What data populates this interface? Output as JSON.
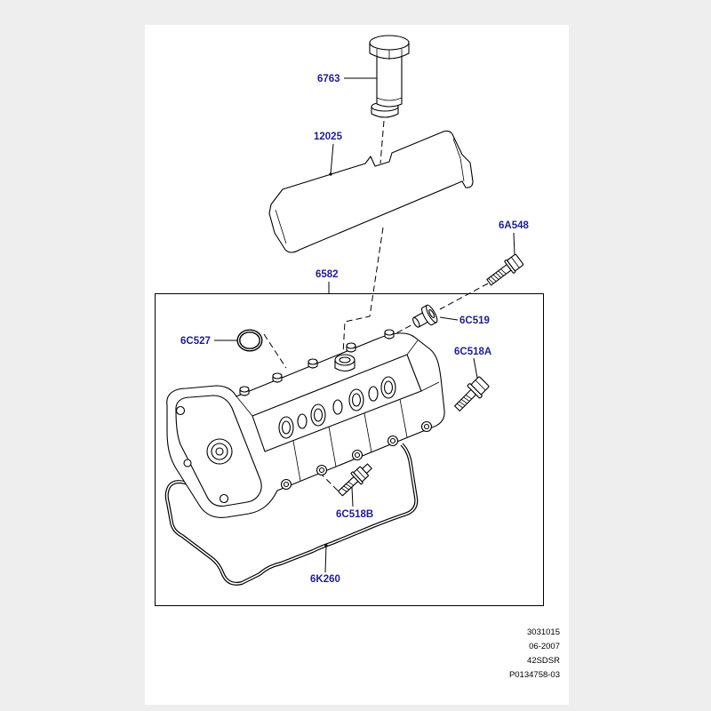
{
  "callouts": [
    "6763",
    "12025",
    "6A548",
    "6582",
    "6C519",
    "6C527",
    "6C518A",
    "6C518B",
    "6K260"
  ],
  "footer": [
    "3031015",
    "06-2007",
    "42SDSR",
    "P0134758-03"
  ],
  "colors": {
    "callout": "#1e1e8c",
    "line": "#000000",
    "panel": "#ffffff",
    "background": "#eeeeee"
  }
}
